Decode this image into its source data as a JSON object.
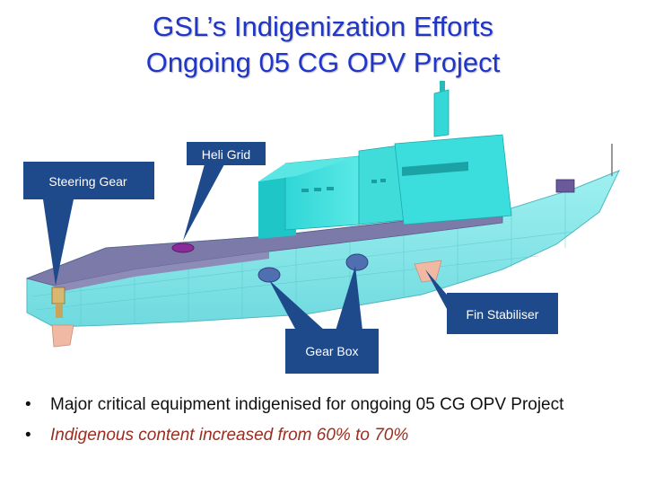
{
  "title": {
    "line1": "GSL’s Indigenization Efforts",
    "line2": "Ongoing 05 CG OPV Project"
  },
  "callouts": [
    {
      "key": "heli-grid",
      "label": "Heli Grid"
    },
    {
      "key": "steering-gear",
      "label": "Steering Gear"
    },
    {
      "key": "fin-stabiliser",
      "label": "Fin Stabiliser"
    },
    {
      "key": "gear-box",
      "label": "Gear Box"
    }
  ],
  "bullets": [
    {
      "text": "Major critical equipment indigenised for ongoing 05 CG OPV Project",
      "style": "normal"
    },
    {
      "text": "Indigenous content increased from 60% to 70%",
      "style": "italic"
    }
  ],
  "colors": {
    "title": "#1f36c8",
    "hull": "#7fe6e8",
    "superstructure": "#33e0df",
    "deck": "#7c7aa8",
    "callout": "#1e4a8c",
    "highlight_text": "#9b2d1f"
  }
}
